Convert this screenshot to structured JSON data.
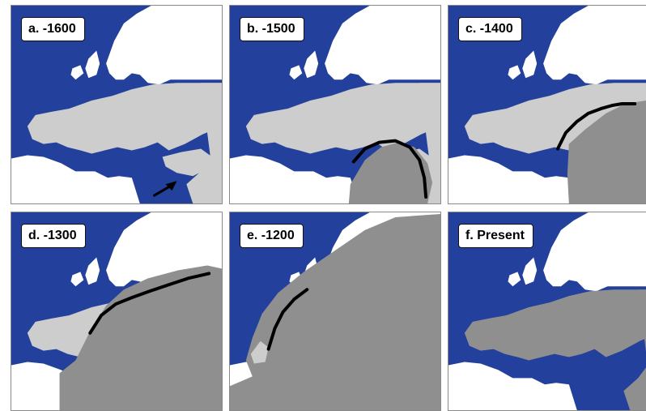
{
  "colors": {
    "sea": "#22409c",
    "unoccupied_land": "#ffffff",
    "early_stage": "#cdcdcd",
    "later_stage": "#8f8f8f",
    "front_line": "#000000"
  },
  "panels": [
    {
      "label": "a. -1600",
      "stage": 0
    },
    {
      "label": "b. -1500",
      "stage": 1
    },
    {
      "label": "c. -1400",
      "stage": 2
    },
    {
      "label": "d. -1300",
      "stage": 3
    },
    {
      "label": "e. -1200",
      "stage": 4
    },
    {
      "label": "f. Present",
      "stage": 5
    }
  ]
}
